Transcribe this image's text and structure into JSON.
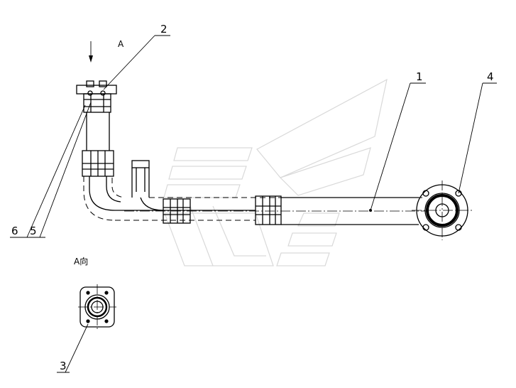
{
  "labels": {
    "part_1": "1",
    "part_2": "2",
    "part_3": "3",
    "part_4": "4",
    "part_5": "5",
    "part_6": "6",
    "view_marker": "A",
    "view_title": "A向"
  }
}
